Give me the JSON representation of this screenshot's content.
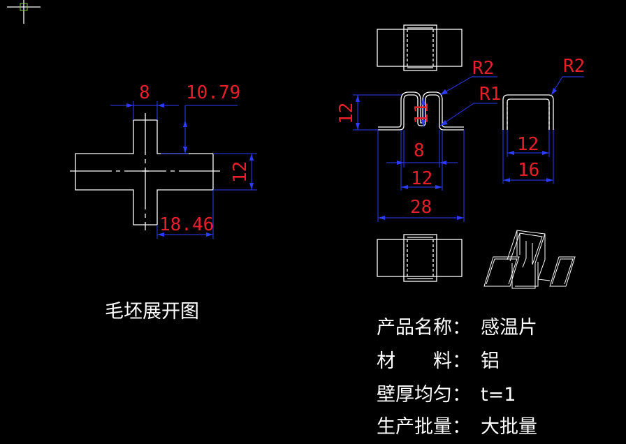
{
  "colors": {
    "background": "#000000",
    "outline": "#ffffff",
    "dimension_line": "#2b3cff",
    "dimension_text": "#e5202a"
  },
  "blank_view": {
    "caption": "毛坯展开图",
    "dims": {
      "top_left": "8",
      "top_right": "10.79",
      "right": "12",
      "bottom": "18.46"
    }
  },
  "side_view": {
    "dims": {
      "height": "12",
      "inner_height": "11",
      "inner_width": "8",
      "mid_width": "12",
      "total_width": "28",
      "radius_top": "R2",
      "radius_bottom": "R1"
    }
  },
  "end_view": {
    "dims": {
      "inner_width": "12",
      "outer_width": "16",
      "radius": "R2"
    }
  },
  "spec": {
    "rows": [
      {
        "label": "产品名称：",
        "value": "感温片"
      },
      {
        "label": "材　　料：",
        "value": "铝"
      },
      {
        "label": "壁厚均匀：",
        "value": "t=1"
      },
      {
        "label": "生产批量：",
        "value": "大批量"
      }
    ]
  }
}
